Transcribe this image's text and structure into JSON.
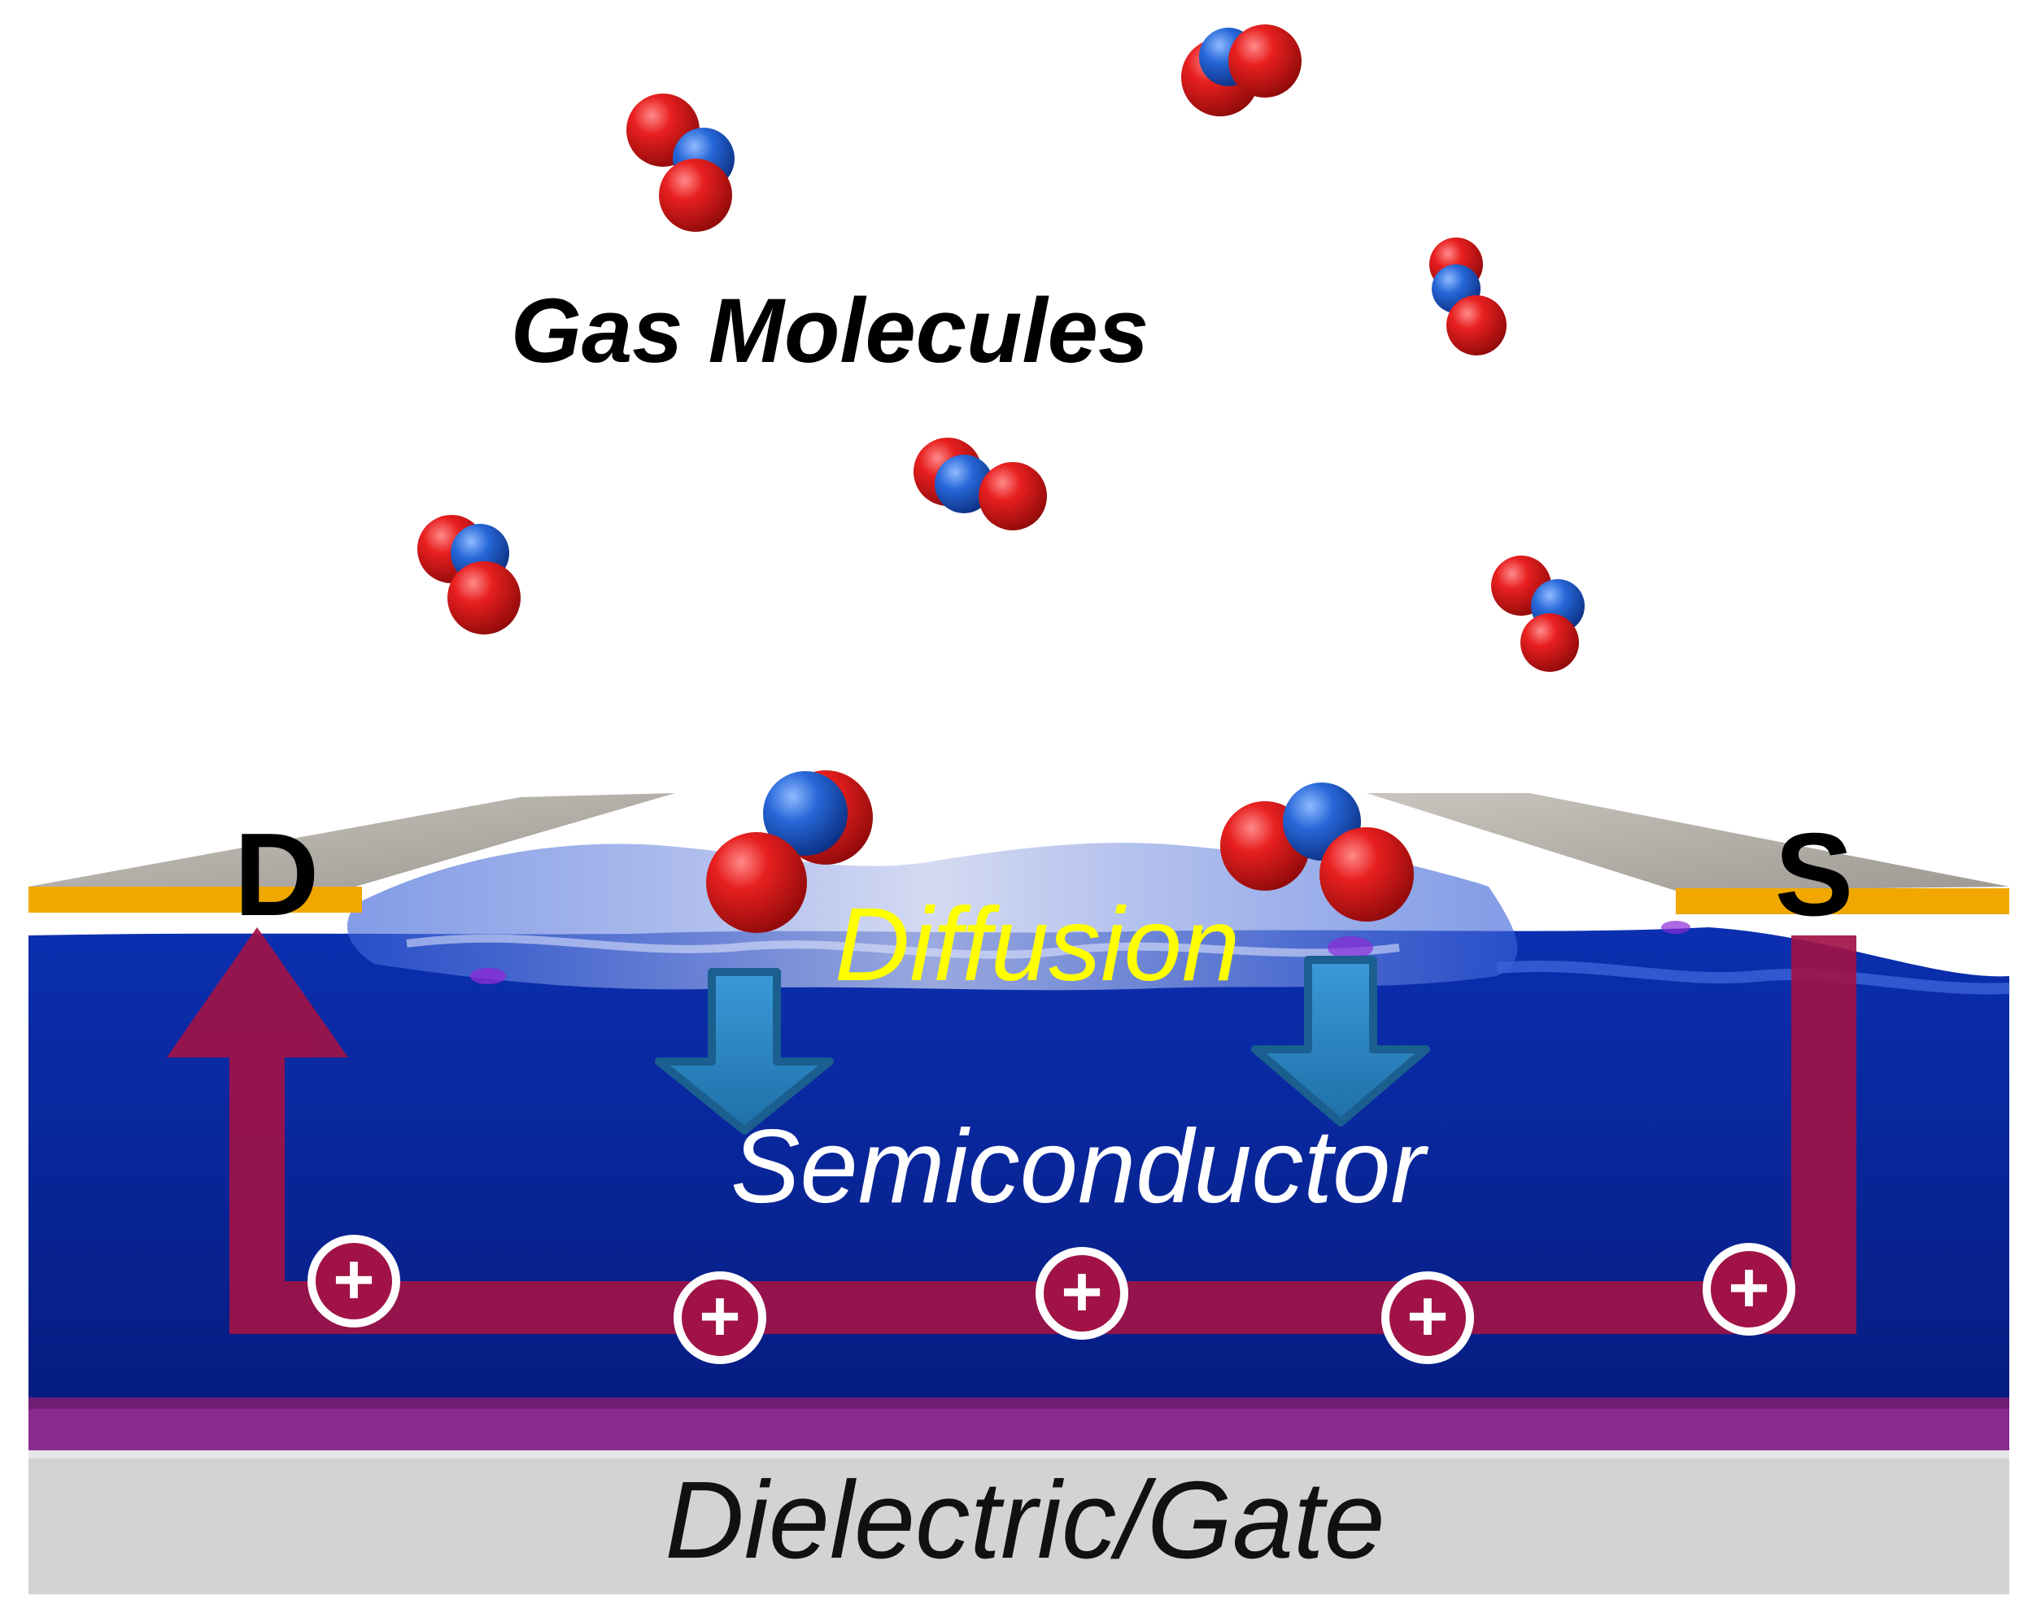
{
  "labels": {
    "gas": "Gas Molecules",
    "drain": "D",
    "source": "S",
    "diffusion": "Diffusion",
    "semiconductor": "Semiconductor",
    "dielectric": "Dielectric/Gate"
  },
  "charge_symbol": "+",
  "colors": {
    "semiconductor": "#0a2a9c",
    "semiconductor_dark": "#061a78",
    "current_path": "#a11247",
    "electrode_top": "#b7b2ab",
    "electrode_edge": "#f0a800",
    "dielectric": "#8a2a8e",
    "gate": "#d3d3d3",
    "oxygen": "#d81616",
    "nitrogen": "#1f5fd0",
    "diffusion_arrow": "#2e86c1",
    "diffusion_text": "#ffff00",
    "semiconductor_text": "#ffffff",
    "black_text": "#000000"
  },
  "icons": {
    "molecule": "no2-molecule-icon",
    "charge": "positive-charge-icon",
    "arrow": "arrow-up-icon"
  }
}
